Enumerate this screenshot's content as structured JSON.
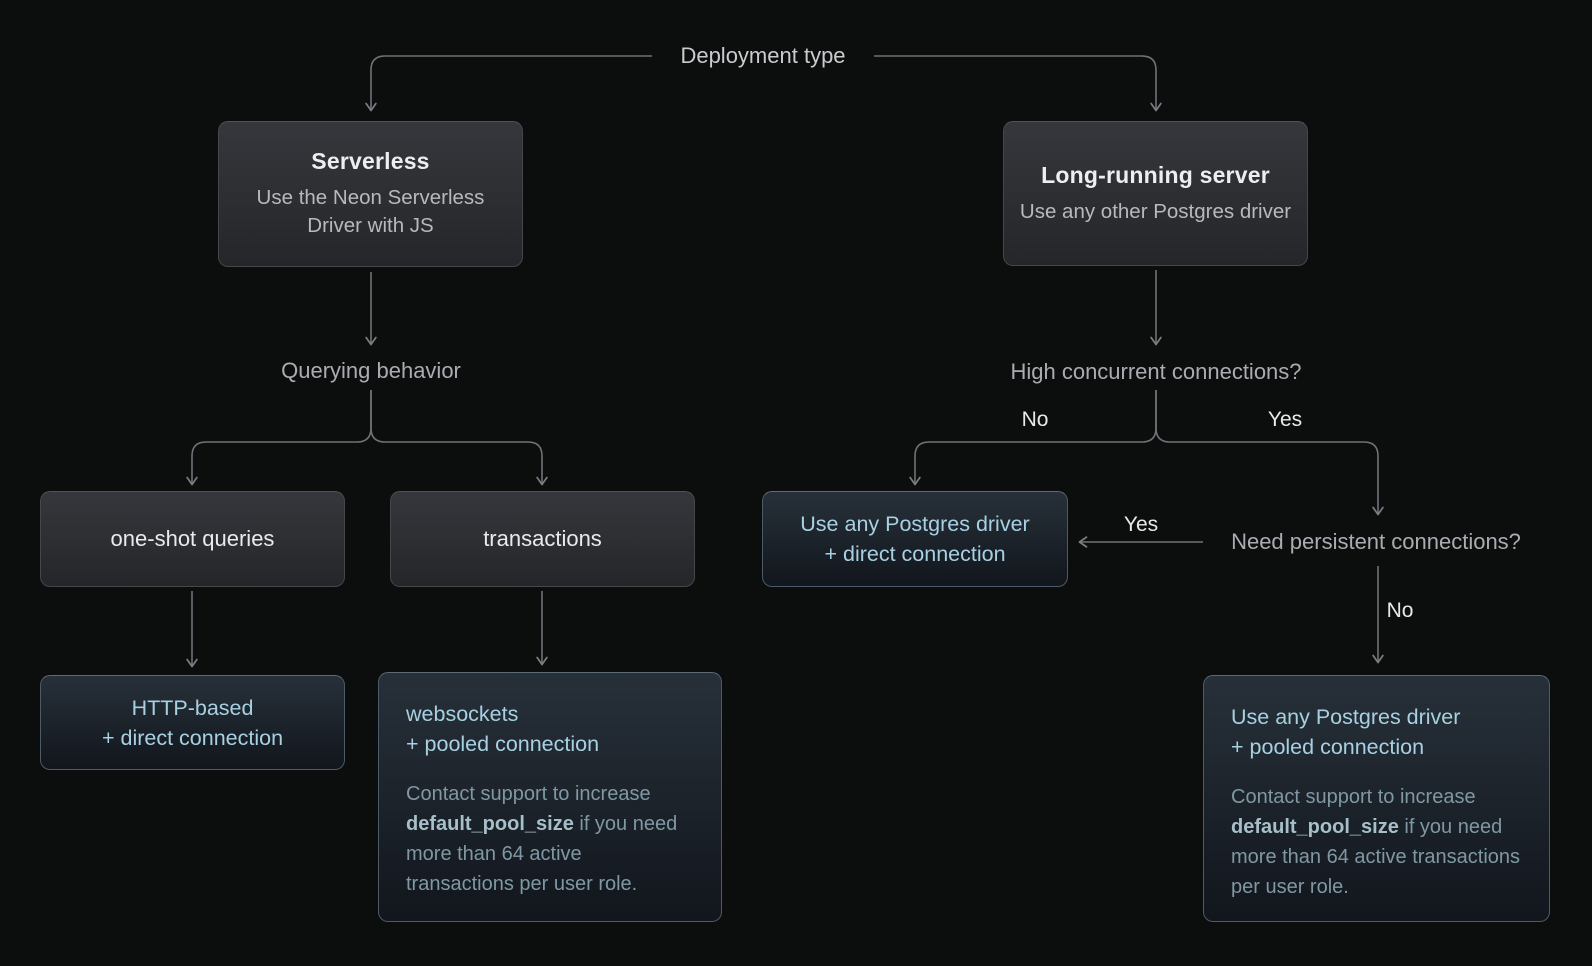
{
  "colors": {
    "background": "#0c0d0d",
    "connector": "#6f7277",
    "accent_text": "#a7d1e3",
    "note_text": "#7f98a3",
    "blue_box_border": "#4d5b68",
    "gray_box_border": "#45474b"
  },
  "root": {
    "label": "Deployment type"
  },
  "nodes": {
    "serverless": {
      "title": "Serverless",
      "subtitle": "Use the Neon Serverless Driver with JS"
    },
    "long_running": {
      "title": "Long-running server",
      "subtitle": "Use any other Postgres driver"
    },
    "querying_behavior": {
      "label": "Querying behavior"
    },
    "high_concurrent": {
      "label": "High concurrent connections?"
    },
    "need_persistent": {
      "label": "Need persistent connections?"
    },
    "one_shot_queries": {
      "label": "one-shot queries"
    },
    "transactions": {
      "label": "transactions"
    },
    "http_based": {
      "line1": "HTTP-based",
      "line2": "+ direct connection"
    },
    "websockets": {
      "line1": "websockets",
      "line2": "+ pooled connection",
      "note": {
        "prefix": "Contact support to increase ",
        "code": "default_pool_size",
        "suffix": " if you need more than 64 active transactions per user role."
      }
    },
    "direct_driver": {
      "line1": "Use any Postgres driver",
      "line2": "+ direct connection"
    },
    "pooled_driver": {
      "line1": "Use any Postgres driver",
      "line2": "+ pooled connection",
      "note": {
        "prefix": "Contact support to increase ",
        "code": "default_pool_size",
        "suffix": " if you need more than 64 active transactions per user role."
      }
    }
  },
  "edges": {
    "high_concurrent_no": "No",
    "high_concurrent_yes": "Yes",
    "need_persistent_yes": "Yes",
    "need_persistent_no": "No"
  }
}
